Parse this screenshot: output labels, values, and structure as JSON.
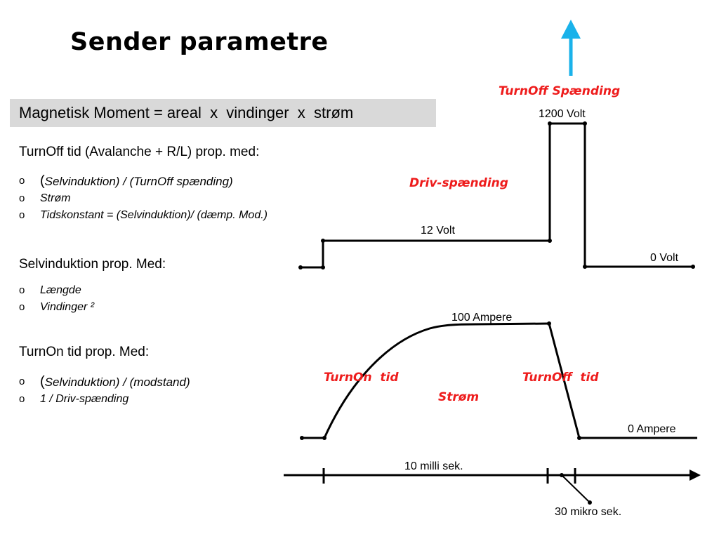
{
  "title": "Sender parametre",
  "formula": "Magnetisk Moment = areal  x  vindinger  x  strøm",
  "bullet_marker": "o",
  "sections": [
    {
      "heading": "TurnOff tid (Avalanche + R/L) prop. med:",
      "items": [
        {
          "lead": "(",
          "text": "Selvinduktion) / (TurnOff spænding)"
        },
        {
          "lead": "",
          "text": "Strøm"
        },
        {
          "lead": "",
          "text": "Tidskonstant = (Selvinduktion)/ (dæmp. Mod.)"
        }
      ]
    },
    {
      "heading": "Selvinduktion prop. Med:",
      "items": [
        {
          "lead": "",
          "text": "Længde"
        },
        {
          "lead": "",
          "text": "Vindinger ²"
        }
      ]
    },
    {
      "heading": "TurnOn tid prop. Med:",
      "items": [
        {
          "lead": "(",
          "text": "Selvinduktion) / (modstand)"
        },
        {
          "lead": "",
          "text": "1 / Driv-spænding"
        }
      ]
    }
  ],
  "voltage_diagram": {
    "peak_label": "TurnOff Spænding",
    "peak_value": "1200 Volt",
    "drive_label": "Driv-spænding",
    "drive_value": "12 Volt",
    "zero_value": "0 Volt"
  },
  "current_diagram": {
    "peak_value": "100 Ampere",
    "turnon_label": "TurnOn  tid",
    "current_label": "Strøm",
    "turnoff_label": "TurnOff  tid",
    "zero_value": "0 Ampere"
  },
  "time_axis": {
    "main_label": "10 milli sek.",
    "short_label": "30 mikro sek."
  },
  "colors": {
    "arrow": "#1ab2ea",
    "highlight_text": "#ee1c1c",
    "formula_box": "#d9d9d9"
  }
}
